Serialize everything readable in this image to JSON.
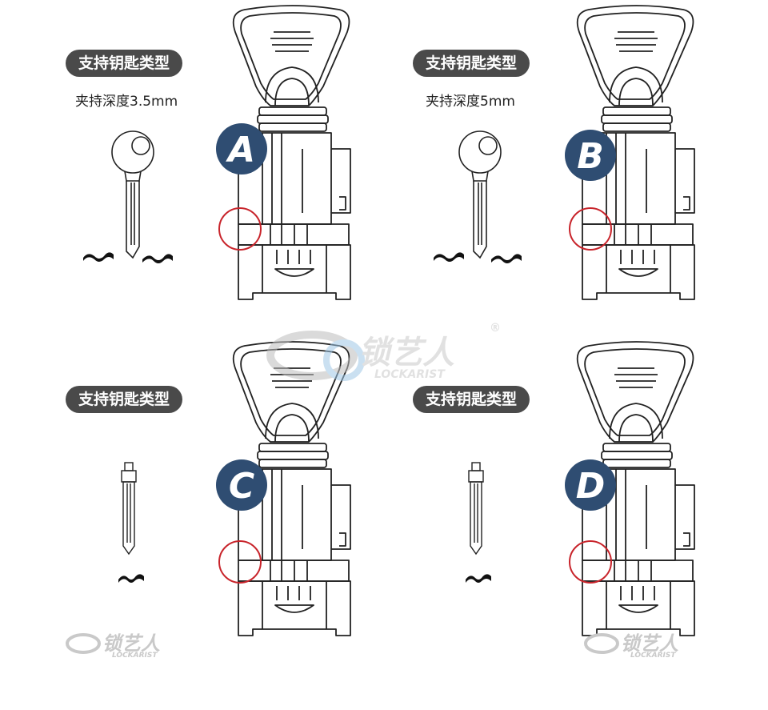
{
  "panels": [
    {
      "id": "A",
      "tag": "支持钥匙类型",
      "depth": "夹持深度3.5mm"
    },
    {
      "id": "B",
      "tag": "支持钥匙类型",
      "depth": "夹持深度5mm"
    },
    {
      "id": "C",
      "tag": "支持钥匙类型",
      "depth": ""
    },
    {
      "id": "D",
      "tag": "支持钥匙类型",
      "depth": ""
    }
  ],
  "watermark": {
    "brand": "锁艺人",
    "latin": "LOCKARIST",
    "reg": "®"
  },
  "colors": {
    "badge": "#2f4d72",
    "circle": "#c8242b",
    "pill": "#4a4a4a",
    "line": "#222222"
  },
  "icons": [
    "house-key-icon",
    "flip-key-blade-icon",
    "key-profile-icon",
    "clamp-tool-icon"
  ]
}
